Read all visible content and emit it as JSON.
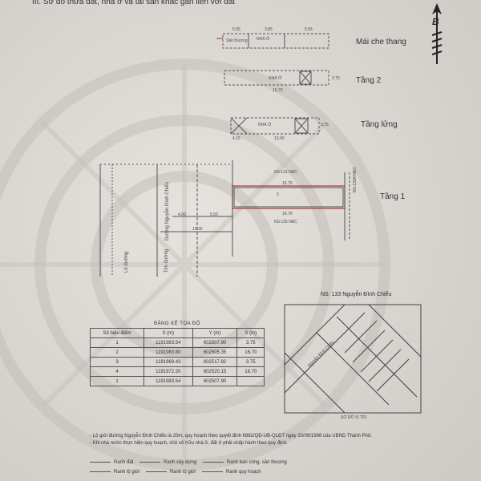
{
  "heading": "III. Sơ đồ thửa đất, nhà ở và tài sản khác gắn liền với đất",
  "north_label": "B",
  "floors": {
    "roof": "Mái che thang",
    "floor2": "Tầng 2",
    "mezzanine": "Tầng lửng",
    "ground": "Tầng 1"
  },
  "roof_labels": {
    "left": "Sân thượng",
    "center": "NHÀ Ở",
    "dims": [
      "5.55",
      "3.85",
      "5.55"
    ]
  },
  "floor2_labels": {
    "center": "NHÀ Ở",
    "dims": [
      "15.70",
      "3.75"
    ]
  },
  "mezz_labels": {
    "center": "NHÀ Ở",
    "dims": [
      "4.15",
      "13.60",
      "3.75"
    ]
  },
  "ground_labels": {
    "top_neighbor": "NS:131 NĐC",
    "bottom_neighbor": "NS:135 NĐC",
    "right_neighbor": "NS:133A NĐC",
    "top_dim": "16.70",
    "bottom_dim": "16.70",
    "center": "2",
    "road_name": "Đường Nguyễn Đình Chiểu",
    "road_dims": [
      "4.00",
      "5.50",
      "10.30"
    ],
    "sidewalk": "Lề đường",
    "tim_duong": "Tim đường"
  },
  "location_map": {
    "title": "NS: 133 Nguyễn Đình Chiểu",
    "caption": "SƠ ĐỒ VỊ TRÍ",
    "road": "Nguyễn Đình Chiểu"
  },
  "coord_table": {
    "title": "BẢNG KÊ TỌA ĐỘ",
    "headers": [
      "Số hiệu điểm",
      "X (m)",
      "Y (m)",
      "S (m)"
    ],
    "rows": [
      {
        "point": "1",
        "x": "1191983.54",
        "y": "602507.90",
        "s": "3.75"
      },
      {
        "point": "2",
        "x": "1191980.80",
        "y": "602505.35",
        "s": "16.70"
      },
      {
        "point": "3",
        "x": "1191969.43",
        "y": "602517.82",
        "s": "3.75"
      },
      {
        "point": "4",
        "x": "1191972.20",
        "y": "602520.15",
        "s": "16.70"
      },
      {
        "point": "1",
        "x": "1191983.54",
        "y": "602507.90",
        "s": ""
      }
    ]
  },
  "notes": [
    "- Lộ giới đường Nguyễn Đình Chiểu là 20m, quy hoạch theo quyết định 6982/QĐ-UB-QLĐT ngày 30/09/1998 của UBND Thành Phố.",
    "- Khi nhà nước thực hiện quy hoạch, chủ sở hữu nhà ở, đất ở phải chấp hành theo quy định."
  ],
  "legend": [
    "Ranh đất",
    "Ranh xây dựng",
    "Ranh ban công, sân thượng",
    "Ranh lộ giới",
    "Ranh lộ giới",
    "Ranh quy hoạch"
  ],
  "colors": {
    "ink": "#333333",
    "red": "#b0302a",
    "paper": "#d9d6d2"
  }
}
